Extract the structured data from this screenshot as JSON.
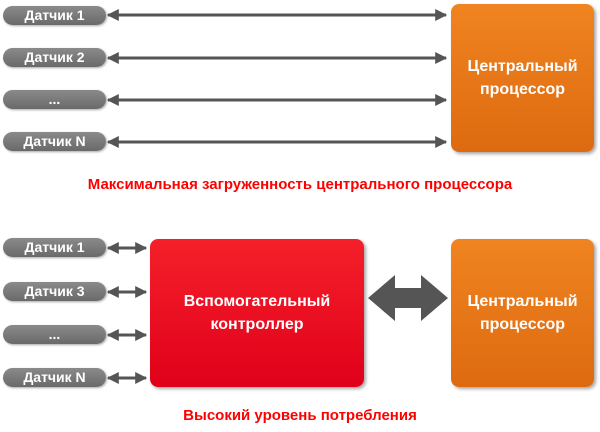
{
  "top_diagram": {
    "sensors": [
      "Датчик 1",
      "Датчик 2",
      "...",
      "Датчик N"
    ],
    "cpu_label_line1": "Центральный",
    "cpu_label_line2": "процессор",
    "caption": "Максимальная загруженность центрального процессора"
  },
  "bottom_diagram": {
    "sensors": [
      "Датчик 1",
      "Датчик 3",
      "...",
      "Датчик N"
    ],
    "controller_label_line1": "Вспомогательный",
    "controller_label_line2": "контроллер",
    "cpu_label_line1": "Центральный",
    "cpu_label_line2": "процессор",
    "caption": "Высокий уровень потребления"
  },
  "colors": {
    "sensor_pill": "#7a7a7a",
    "cpu_box": "#e8761a",
    "helper_controller_box": "#ee0a20",
    "caption_text": "#ff0000",
    "arrows": "#555555"
  }
}
